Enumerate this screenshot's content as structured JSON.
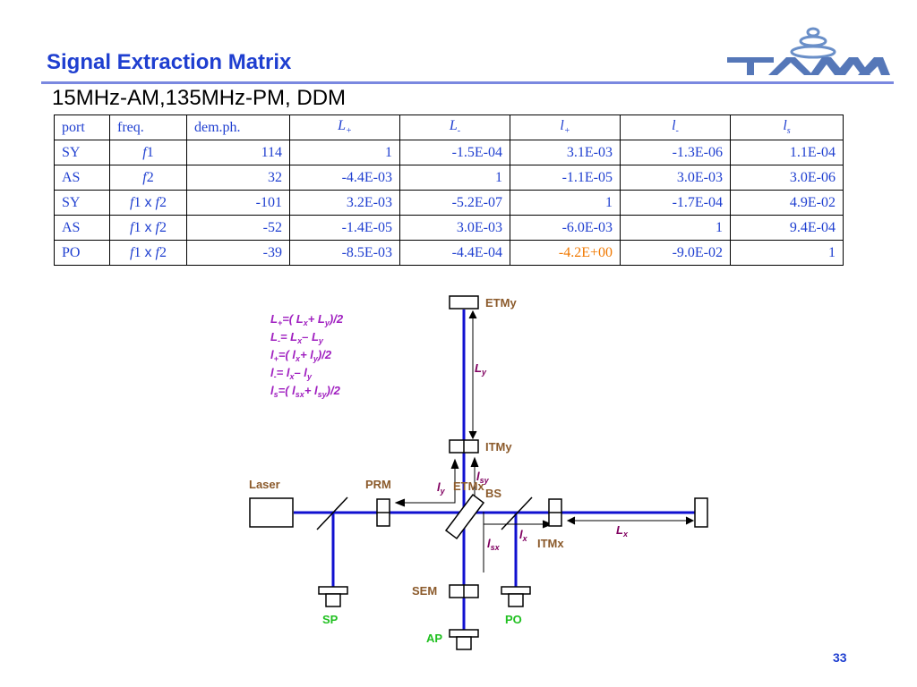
{
  "header": {
    "title": "Signal Extraction Matrix",
    "subtitle": "15MHz-AM,135MHz-PM, DDM",
    "logo_text": "TAMA"
  },
  "table": {
    "headers": {
      "port": "port",
      "freq": "freq.",
      "demph": "dem.ph.",
      "Lp": "L+",
      "Lm": "L-",
      "lp": "l+",
      "lm": "l-",
      "ls": "ls"
    },
    "rows": [
      {
        "port": "SY",
        "freq": "f1",
        "dem": "114",
        "v": [
          "1",
          "-1.5E-04",
          "3.1E-03",
          "-1.3E-06",
          "1.1E-04"
        ]
      },
      {
        "port": "AS",
        "freq": "f2",
        "dem": "32",
        "v": [
          "-4.4E-03",
          "1",
          "-1.1E-05",
          "3.0E-03",
          "3.0E-06"
        ]
      },
      {
        "port": "SY",
        "freq": "f1 x f2",
        "dem": "-101",
        "v": [
          "3.2E-03",
          "-5.2E-07",
          "1",
          "-1.7E-04",
          "4.9E-02"
        ]
      },
      {
        "port": "AS",
        "freq": "f1 x f2",
        "dem": "-52",
        "v": [
          "-1.4E-05",
          "3.0E-03",
          "-6.0E-03",
          "1",
          "9.4E-04"
        ]
      },
      {
        "port": "PO",
        "freq": "f1 x f2",
        "dem": "-39",
        "v": [
          "-8.5E-03",
          "-4.4E-04",
          "-4.2E+00",
          "-9.0E-02",
          "1"
        ]
      }
    ]
  },
  "equations": [
    "L+=( Lx+ Ly)/2",
    "L-= Lx– Ly",
    "l+=( lx+ ly)/2",
    "l-= lx– ly",
    "ls=( lsx+ lsy)/2"
  ],
  "diagram": {
    "etmy": "ETMy",
    "itmy": "ITMy",
    "itmx": "ITMx",
    "etmx": "ETMx",
    "laser": "Laser",
    "prm": "PRM",
    "bs": "BS",
    "sem": "SEM",
    "sp": "SP",
    "po": "PO",
    "ap": "AP",
    "Ly": "Ly",
    "Lx": "Lx",
    "ly": "ly",
    "lx": "lx",
    "lsx": "lsx",
    "lsy": "lsy"
  },
  "colors": {
    "title": "#1f3fd0",
    "table_text": "#1f3fd0",
    "highlight": "#f07800",
    "beam": "#1010d0",
    "label_brown": "#8b5a2b",
    "equation": "#a020c0",
    "green": "#20c020"
  },
  "page_number": "33"
}
